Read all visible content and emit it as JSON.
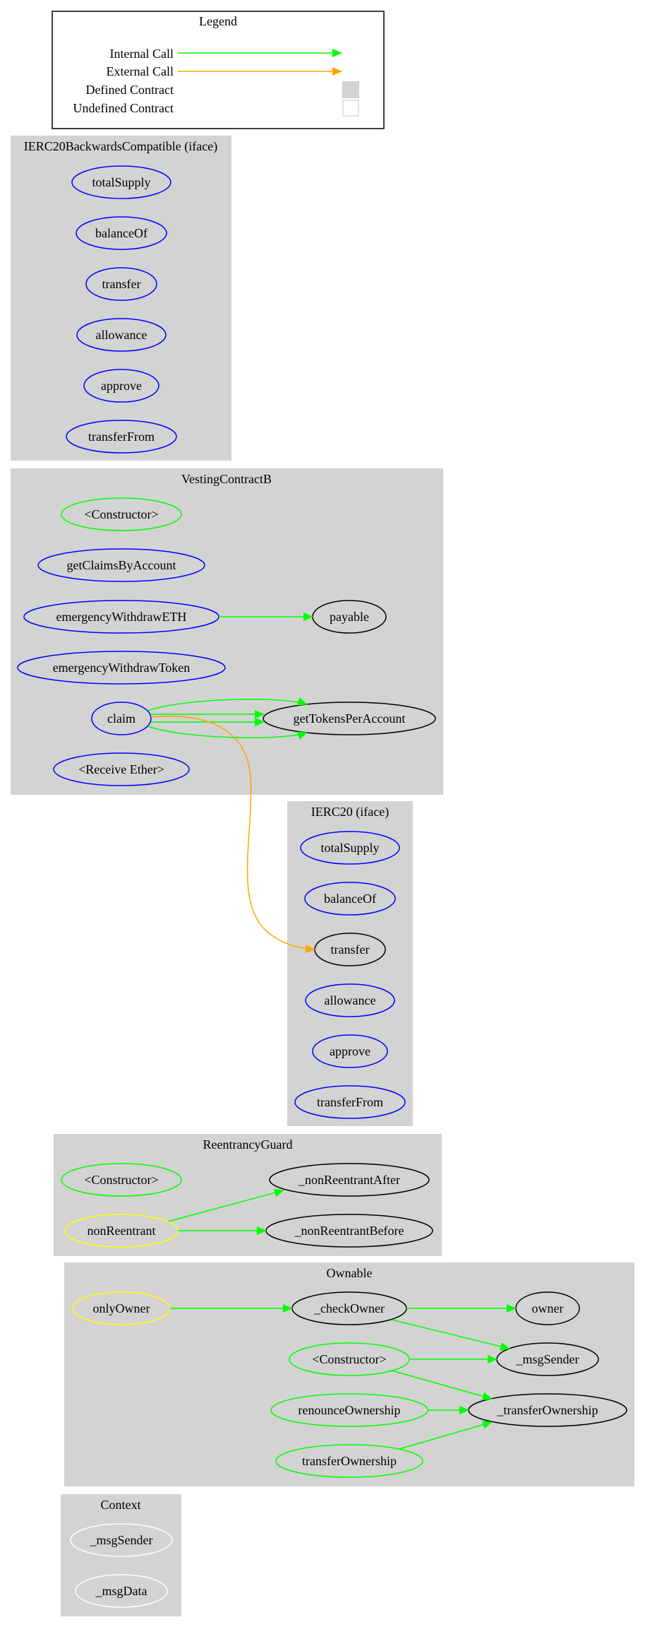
{
  "legend": {
    "title": "Legend",
    "internal_call": "Internal Call",
    "external_call": "External Call",
    "defined_contract": "Defined Contract",
    "undefined_contract": "Undefined Contract"
  },
  "colors": {
    "internal_call": "#00ff00",
    "external_call": "#ffa500",
    "cluster_fill": "#d3d3d3",
    "public_function": "#0000ff",
    "constructor_or_internal": "#00ff00",
    "modifier": "#ffff00",
    "undefined_function": "#000000",
    "context_function": "#ffffff"
  },
  "clusters": {
    "ierc20bc": {
      "title": "IERC20BackwardsCompatible  (iface)",
      "nodes": [
        "totalSupply",
        "balanceOf",
        "transfer",
        "allowance",
        "approve",
        "transferFrom"
      ]
    },
    "vesting": {
      "title": "VestingContractB",
      "nodes": [
        "<Constructor>",
        "getClaimsByAccount",
        "emergencyWithdrawETH",
        "payable",
        "emergencyWithdrawToken",
        "claim",
        "getTokensPerAccount",
        "<Receive Ether>"
      ]
    },
    "ierc20": {
      "title": "IERC20  (iface)",
      "nodes": [
        "totalSupply",
        "balanceOf",
        "transfer",
        "allowance",
        "approve",
        "transferFrom"
      ]
    },
    "reentrancy": {
      "title": "ReentrancyGuard",
      "nodes": [
        "<Constructor>",
        "_nonReentrantAfter",
        "nonReentrant",
        "_nonReentrantBefore"
      ]
    },
    "ownable": {
      "title": "Ownable",
      "nodes": [
        "onlyOwner",
        "_checkOwner",
        "owner",
        "<Constructor>",
        "_msgSender",
        "renounceOwnership",
        "_transferOwnership",
        "transferOwnership"
      ]
    },
    "context": {
      "title": "Context",
      "nodes": [
        "_msgSender",
        "_msgData"
      ]
    }
  }
}
